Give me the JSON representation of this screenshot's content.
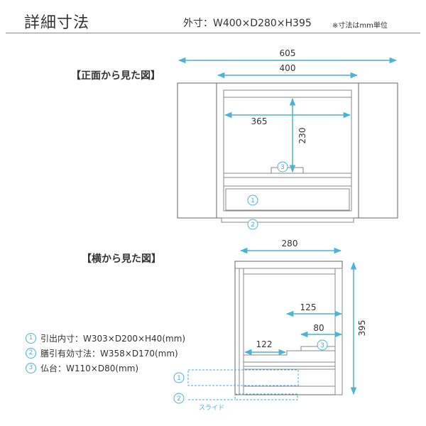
{
  "header": {
    "title": "詳細寸法",
    "outer_dimensions": "外寸：W400×D280×H395",
    "unit_note": "※寸法はmm単位"
  },
  "front_view": {
    "heading": "【正面から見た図】",
    "dim_open_width": "605",
    "dim_width": "400",
    "dim_inner_width": "365",
    "dim_inner_height": "230",
    "marker_1": "1",
    "marker_2": "2",
    "marker_3": "3"
  },
  "side_view": {
    "heading": "【横から見た図】",
    "dim_depth": "280",
    "dim_height": "395",
    "dim_125": "125",
    "dim_80": "80",
    "dim_122": "122",
    "marker_1": "1",
    "marker_2": "2",
    "marker_3": "3",
    "slide_label": "スライド"
  },
  "legend": {
    "items": [
      {
        "num": "1",
        "text": "引出内寸：W303×D200×H40(mm)"
      },
      {
        "num": "2",
        "text": "膳引有効寸法：W358×D170(mm)"
      },
      {
        "num": "3",
        "text": "仏台：W110×D80(mm)"
      }
    ]
  },
  "colors": {
    "accent": "#4ab3d6",
    "line": "#666666",
    "text": "#333333"
  }
}
